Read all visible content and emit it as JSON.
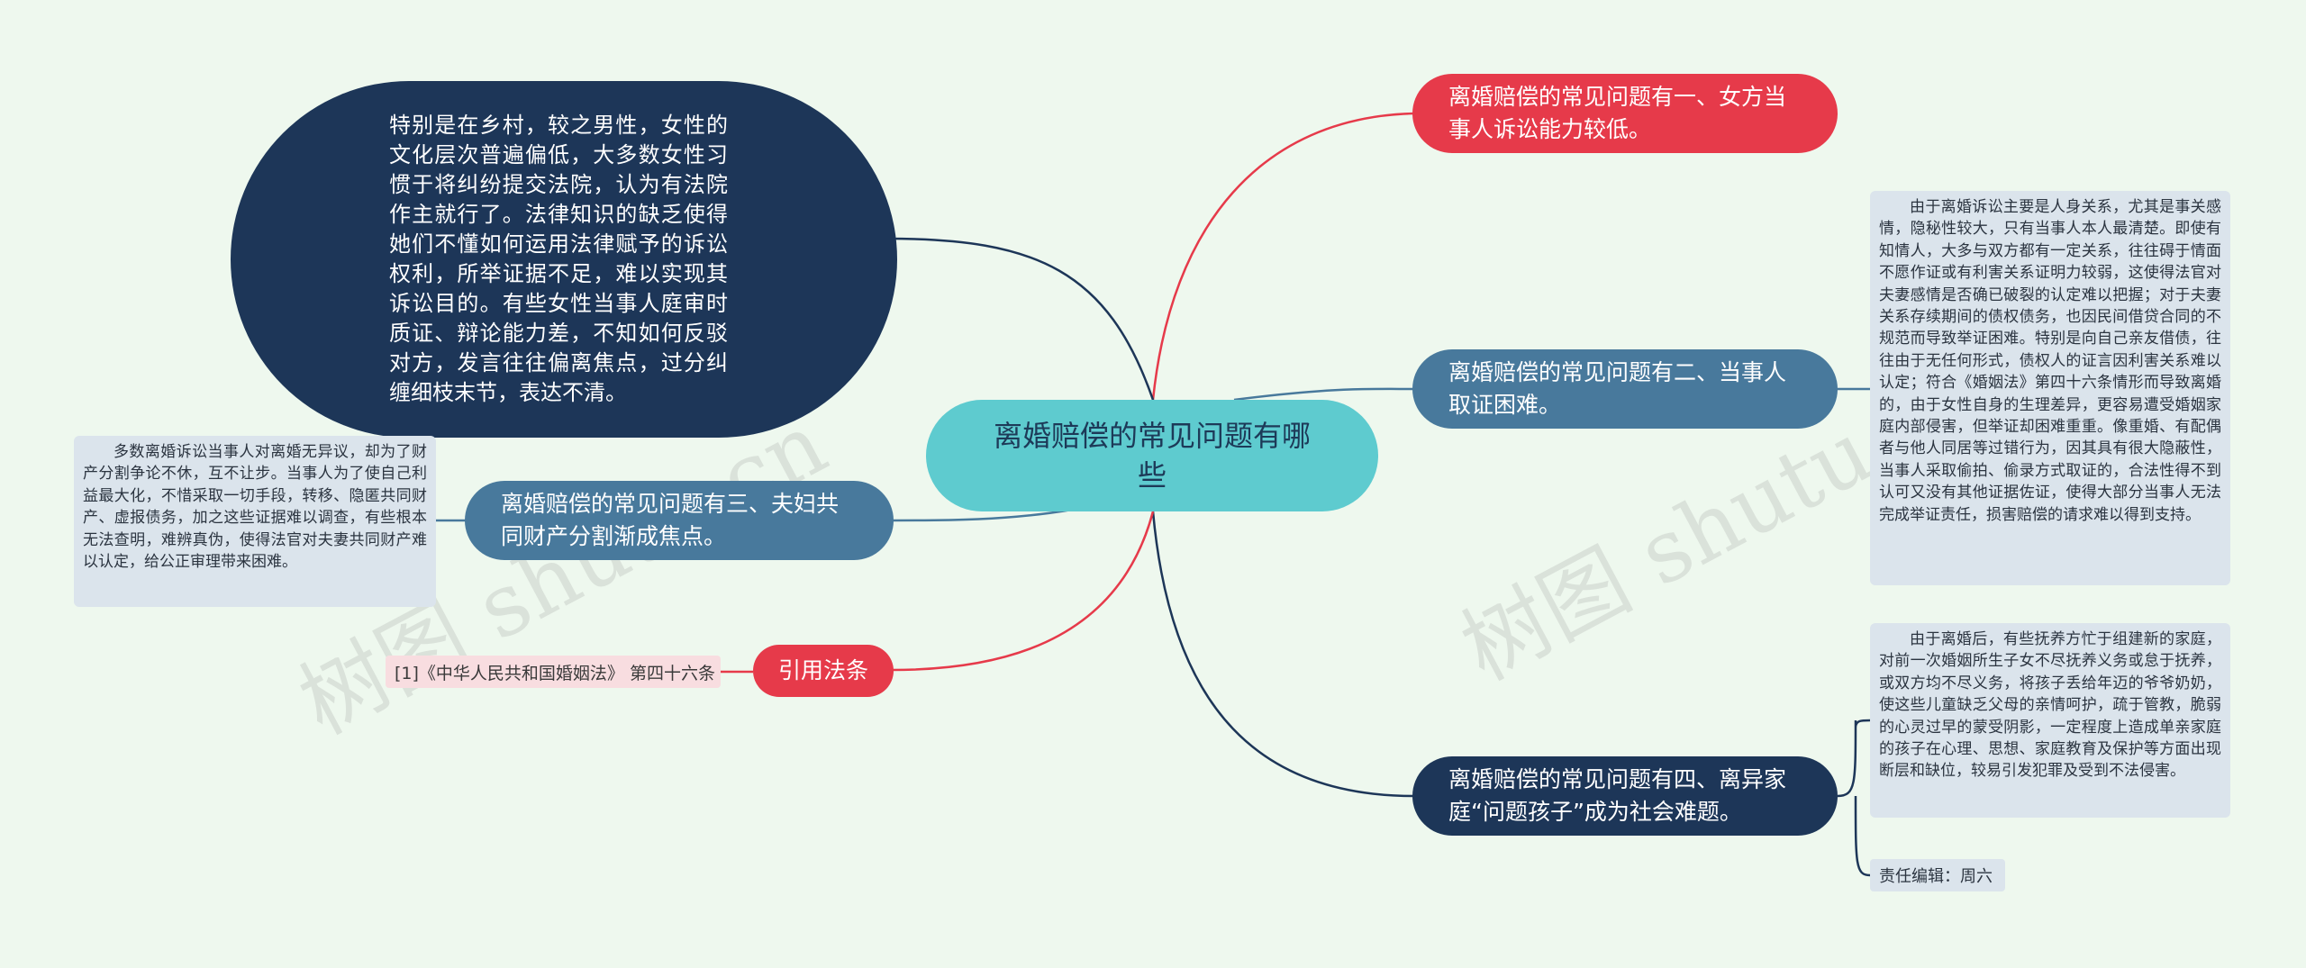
{
  "center": {
    "label": "离婚赔偿的常见问题有哪些"
  },
  "branches": {
    "b1": {
      "label": "离婚赔偿的常见问题有一、女方当事人诉讼能力较低。"
    },
    "b2": {
      "label": "离婚赔偿的常见问题有二、当事人取证困难。"
    },
    "b3": {
      "label": "离婚赔偿的常见问题有三、夫妇共同财产分割渐成焦点。"
    },
    "b4": {
      "label": "离婚赔偿的常见问题有四、离异家庭“问题孩子”成为社会难题。"
    },
    "cite": {
      "label": "引用法条"
    }
  },
  "details": {
    "d1": "特别是在乡村，较之男性，女性的文化层次普遍偏低，大多数女性习惯于将纠纷提交法院，认为有法院作主就行了。法律知识的缺乏使得她们不懂如何运用法律赋予的诉讼权利，所举证据不足，难以实现其诉讼目的。有些女性当事人庭审时质证、辩论能力差，不知如何反驳对方，发言往往偏离焦点，过分纠缠细枝末节，表达不清。",
    "d2": "由于离婚诉讼主要是人身关系，尤其是事关感情，隐秘性较大，只有当事人本人最清楚。即使有知情人，大多与双方都有一定关系，往往碍于情面不愿作证或有利害关系证明力较弱，这使得法官对夫妻感情是否确已破裂的认定难以把握；对于夫妻关系存续期间的债权债务，也因民间借贷合同的不规范而导致举证困难。特别是向自己亲友借债，往往由于无任何形式，债权人的证言因利害关系难以认定；符合《婚姻法》第四十六条情形而导致离婚的，由于女性自身的生理差异，更容易遭受婚姻家庭内部侵害，但举证却困难重重。像重婚、有配偶者与他人同居等过错行为，因其具有很大隐蔽性，当事人采取偷拍、偷录方式取证的，合法性得不到认可又没有其他证据佐证，使得大部分当事人无法完成举证责任，损害赔偿的请求难以得到支持。",
    "d3": "多数离婚诉讼当事人对离婚无异议，却为了财产分割争论不休，互不让步。当事人为了使自己利益最大化，不惜采取一切手段，转移、隐匿共同财产、虚报债务，加之这些证据难以调查，有些根本无法查明，难辨真伪，使得法官对夫妻共同财产难以认定，给公正审理带来困难。",
    "d4": "由于离婚后，有些抚养方忙于组建新的家庭，对前一次婚姻所生子女不尽抚养义务或怠于抚养，或双方均不尽义务，将孩子丢给年迈的爷爷奶奶，使这些儿童缺乏父母的亲情呵护，疏于管教，脆弱的心灵过早的蒙受阴影，一定程度上造成单亲家庭的孩子在心理、思想、家庭教育及保护等方面出现断层和缺位，较易引发犯罪及受到不法侵害。",
    "cite": "[1]《中华人民共和国婚姻法》 第四十六条",
    "editor": "责任编辑：周六"
  },
  "watermark": "树图 shutu.cn",
  "colors": {
    "background": "#eef8ee",
    "center": "#5ecbcf",
    "red": "#e63a4a",
    "blue": "#48799c",
    "navy": "#1d3658",
    "note": "#dbe4ec",
    "cite_note": "#f8dde0"
  }
}
